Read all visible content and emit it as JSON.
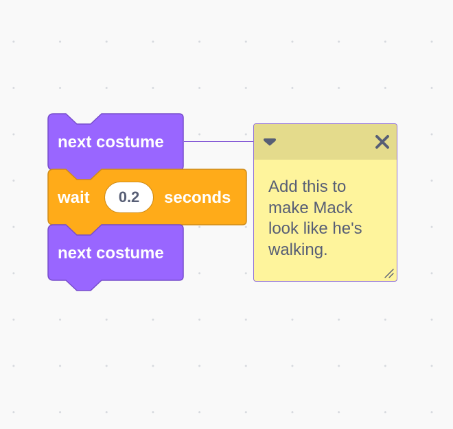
{
  "script": {
    "block1": {
      "label": "next costume",
      "category": "looks",
      "color": "#9966ff"
    },
    "block2": {
      "label_before": "wait",
      "input_value": "0.2",
      "label_after": "seconds",
      "category": "control",
      "color": "#ffab19"
    },
    "block3": {
      "label": "next costume",
      "category": "looks",
      "color": "#9966ff"
    }
  },
  "comment": {
    "text": "Add this to\nmake Mack\nlook like he's\nwalking.",
    "collapse_icon": "triangle-down-icon",
    "close_icon": "close-x-icon",
    "resize_icon": "resize-handle-icon",
    "background": "#fef49c",
    "header_color": "#e4db8c"
  }
}
